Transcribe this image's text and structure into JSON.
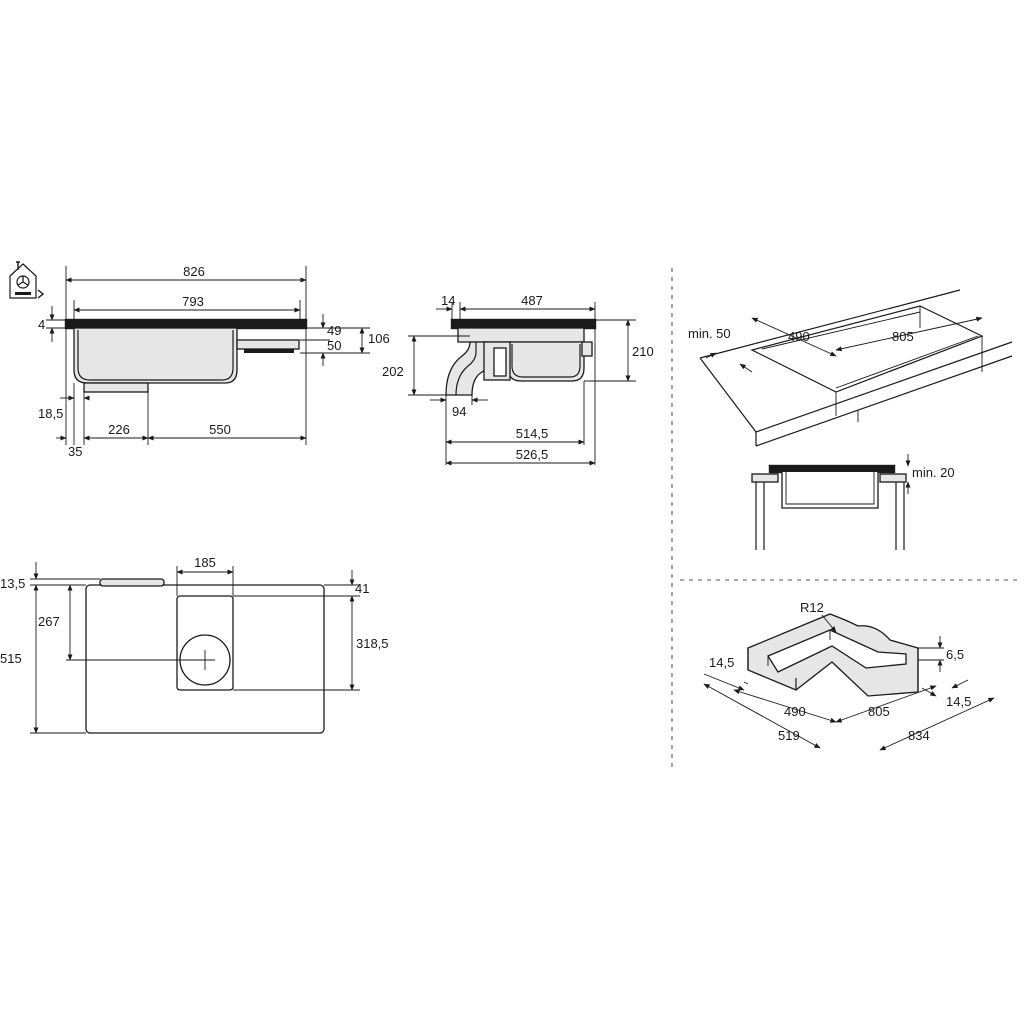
{
  "icon": "built-in-house-icon",
  "side_view": {
    "width_826": "826",
    "width_793": "793",
    "thickness_4": "4",
    "gap_49": "49",
    "gap_50": "50",
    "height_106": "106",
    "offset_18_5": "18,5",
    "offset_35": "35",
    "dist_226": "226",
    "dist_550": "550"
  },
  "section_view": {
    "rim_14": "14",
    "width_487": "487",
    "height_210": "210",
    "height_202": "202",
    "duct_94": "94",
    "depth_514_5": "514,5",
    "depth_526_5": "526,5"
  },
  "plan_view": {
    "top_13_5": "13,5",
    "duct_185": "185",
    "right_41": "41",
    "offset_267": "267",
    "depth_515": "515",
    "zone_318_5": "318,5"
  },
  "cutout_view": {
    "min_50": "min. 50",
    "cut_490": "490",
    "cut_805": "805",
    "min_20": "min. 20"
  },
  "corner_view": {
    "radius": "R12",
    "rim_14_5_left": "14,5",
    "rim_6_5": "6,5",
    "rim_14_5_right": "14,5",
    "inner_490": "490",
    "inner_805": "805",
    "outer_519": "519",
    "outer_834": "834"
  }
}
